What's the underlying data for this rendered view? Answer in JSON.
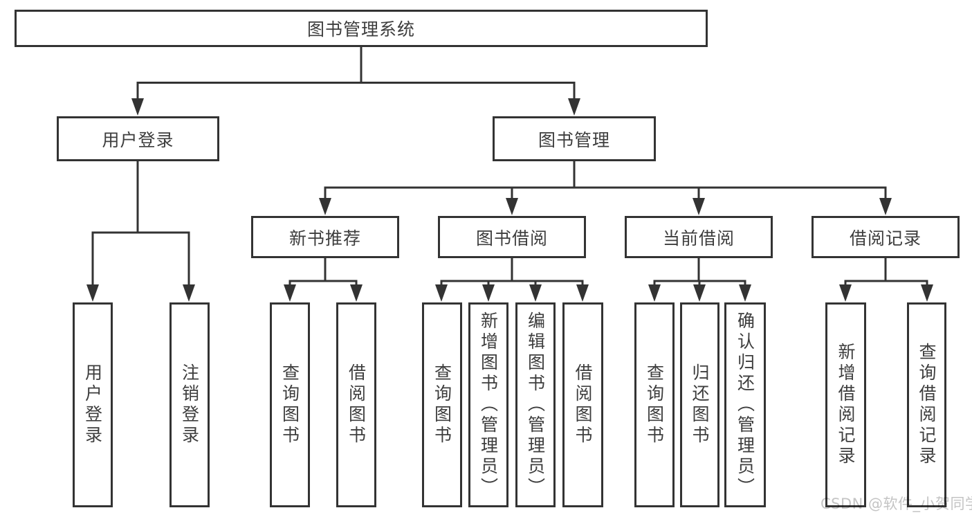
{
  "diagram": {
    "root": {
      "label": "图书管理系统"
    },
    "branches": [
      {
        "label": "用户登录",
        "children": [
          {
            "label": "用户登录"
          },
          {
            "label": "注销登录"
          }
        ]
      },
      {
        "label": "图书管理",
        "children": [
          {
            "label": "新书推荐",
            "children": [
              {
                "label": "查询图书"
              },
              {
                "label": "借阅图书"
              }
            ]
          },
          {
            "label": "图书借阅",
            "children": [
              {
                "label": "查询图书"
              },
              {
                "label": "新增图书（管理员）"
              },
              {
                "label": "编辑图书（管理员）"
              },
              {
                "label": "借阅图书"
              }
            ]
          },
          {
            "label": "当前借阅",
            "children": [
              {
                "label": "查询图书"
              },
              {
                "label": "归还图书"
              },
              {
                "label": "确认归还（管理员）"
              }
            ]
          },
          {
            "label": "借阅记录",
            "children": [
              {
                "label": "新增借阅记录"
              },
              {
                "label": "查询借阅记录"
              }
            ]
          }
        ]
      }
    ]
  },
  "watermark": {
    "text": "CSDN @软件_小贺同学"
  },
  "colors": {
    "line": "#333333",
    "text": "#3d3d3d",
    "watermark": "#c4c4c4",
    "background": "#ffffff"
  }
}
